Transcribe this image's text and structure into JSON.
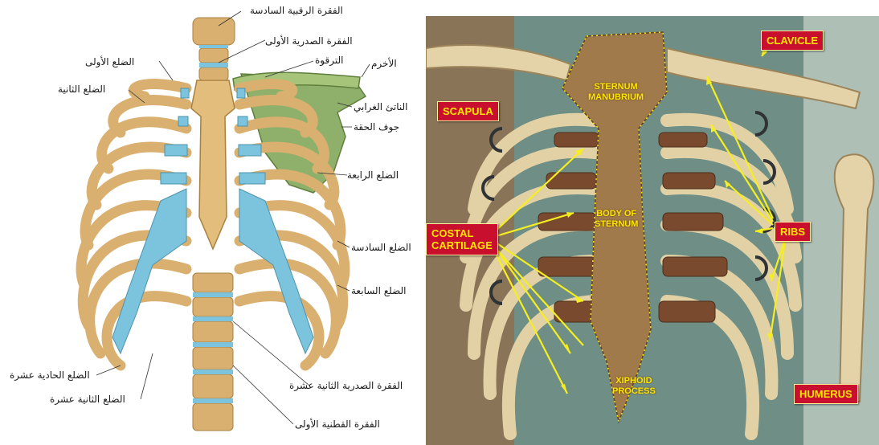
{
  "left_figure": {
    "labels": [
      "الفقرة الرقبية السادسة",
      "الفقرة الصدرية الأولى",
      "الترقوة",
      "الضلع الأولى",
      "الأخرم",
      "الضلع الثانية",
      "الناتئ الغرابي",
      "جوف الحقة",
      "الضلع الرابعة",
      "الضلع السادسة",
      "الضلع السابعة",
      "الضلع الحادية عشرة",
      "الفقرة الصدرية الثانية عشرة",
      "الضلع الثانية عشرة",
      "الفقرة القطنية الأولى"
    ]
  },
  "right_figure": {
    "boxes": {
      "clavicle": "CLAVICLE",
      "scapula": "SCAPULA",
      "costal": "COSTAL\nCARTILAGE",
      "ribs": "RIBS",
      "humerus": "HUMERUS"
    },
    "overlay": {
      "manubrium": "STERNUM\nMANUBRIUM",
      "body": "BODY OF\nSTERNUM",
      "xiphoid": "XIPHOID\nPROCESS"
    }
  },
  "colors": {
    "bone": "#d9b070",
    "bone_dark": "#a9803f",
    "cartilage": "#7cc3dd",
    "scapula": "#8fb06a",
    "label_box": "#c8102e",
    "label_text": "#ffe600",
    "arrow": "#f5ee20",
    "photo_bg": "#6f8f86"
  }
}
